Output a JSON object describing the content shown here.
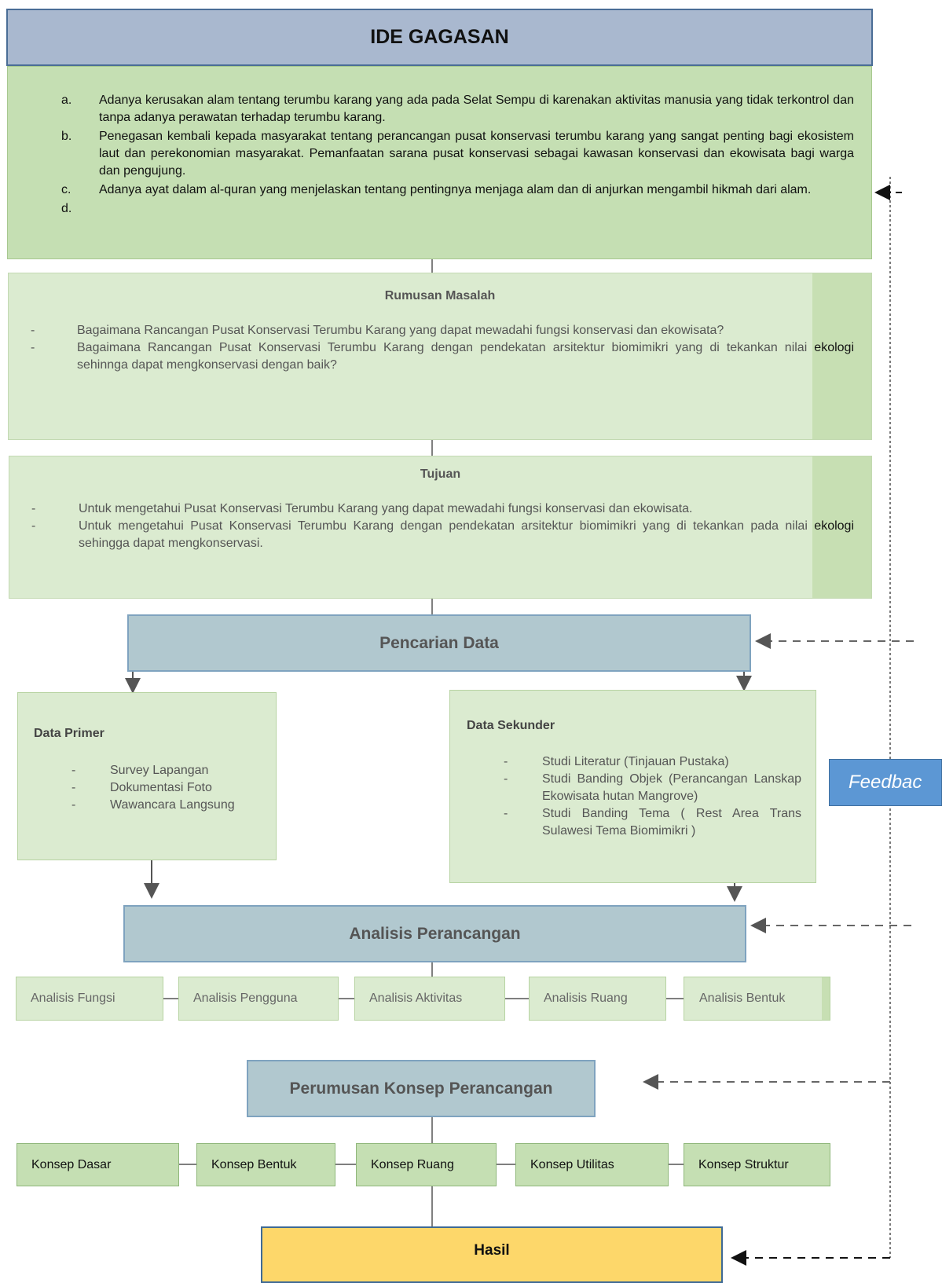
{
  "ide": {
    "title": "IDE GAGASAN",
    "items": [
      {
        "marker": "a.",
        "text": "Adanya kerusakan alam tentang terumbu karang yang ada pada Selat Sempu di karenakan aktivitas manusia yang tidak terkontrol dan tanpa adanya perawatan terhadap terumbu karang."
      },
      {
        "marker": "b.",
        "text": "Penegasan kembali kepada masyarakat tentang perancangan pusat konservasi terumbu karang yang sangat penting bagi ekosistem laut dan perekonomian masyarakat. Pemanfaatan sarana pusat konservasi sebagai kawasan konservasi dan ekowisata bagi warga dan pengujung."
      },
      {
        "marker": "c.",
        "text": "Adanya ayat dalam al-quran yang menjelaskan tentang pentingnya menjaga alam dan di anjurkan mengambil hikmah dari alam."
      },
      {
        "marker": "d.",
        "text": ""
      }
    ]
  },
  "rumusan": {
    "title": "Rumusan Masalah",
    "marker": "-",
    "item1": "Bagaimana Rancangan Pusat Konservasi Terumbu Karang yang dapat mewadahi fungsi konservasi dan ekowisata?",
    "item2_pre": "Bagaimana Rancangan Pusat Konservasi Terumbu Karang dengan pendekatan arsitektur biomimikri yang di tekankan nilai ",
    "item2_hl": "ekologi",
    "item2_post": " sehinnga dapat mengkonservasi dengan baik?"
  },
  "tujuan": {
    "title": "Tujuan",
    "marker": "-",
    "item1": "Untuk mengetahui Pusat Konservasi Terumbu Karang yang dapat mewadahi fungsi konservasi dan ekowisata.",
    "item2_pre": "Untuk mengetahui Pusat Konservasi Terumbu Karang dengan pendekatan arsitektur biomimikri yang di tekankan pada nilai ",
    "item2_hl": "ekologi",
    "item2_post": " sehingga dapat mengkonservasi."
  },
  "pencarian": "Pencarian Data",
  "primer": {
    "title": "Data Primer",
    "marker": "-",
    "items": [
      "Survey Lapangan",
      "Dokumentasi Foto",
      "Wawancara Langsung"
    ]
  },
  "sekunder": {
    "title": "Data Sekunder",
    "marker": "-",
    "items": [
      "Studi Literatur (Tinjauan Pustaka)",
      "Studi Banding Objek (Perancangan Lanskap Ekowisata hutan Mangrove)",
      "Studi Banding Tema ( Rest Area Trans Sulawesi Tema Biomimikri )"
    ]
  },
  "analisis": {
    "title": "Analisis Perancangan",
    "items": [
      "Analisis Fungsi",
      "Analisis Pengguna",
      "Analisis Aktivitas",
      "Analisis Ruang",
      "Analisis Bentuk"
    ]
  },
  "konsep": {
    "title": "Perumusan Konsep Perancangan",
    "items": [
      "Konsep Dasar",
      "Konsep Bentuk",
      "Konsep Ruang",
      "Konsep Utilitas",
      "Konsep Struktur"
    ]
  },
  "hasil": "Hasil",
  "feedback": "Feedbac"
}
